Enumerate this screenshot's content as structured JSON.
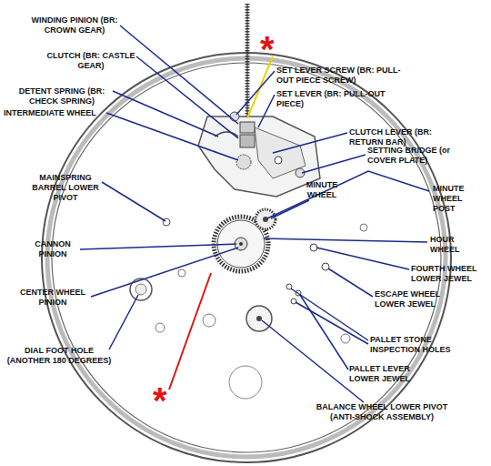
{
  "diagram": {
    "labels": [
      "WINDING PINION (BR: CROWN GEAR)",
      "CLUTCH (BR: CASTLE GEAR)",
      "DETENT SPRING (BR: CHECK SPRING)",
      "INTERMEDIATE WHEEL",
      "MAINSPRING BARREL LOWER PIVOT",
      "CANNON PINION",
      "CENTER WHEEL PINION",
      "DIAL FOOT HOLE (ANOTHER 180 DEGREES)",
      "SET LEVER SCREW (BR: PULL-OUT PIECE SCREW)",
      "SET LEVER (BR: PULL-OUT PIECE)",
      "CLUTCH LEVER (BR: RETURN BAR)",
      "SETTING BRIDGE (or COVER PLATE)",
      "MINUTE WHEEL",
      "MINUTE WHEEL POST",
      "HOUR WHEEL",
      "FOURTH WHEEL LOWER JEWEL",
      "ESCAPE WHEEL LOWER JEWEL",
      "PALLET STONE INSPECTION HOLES",
      "PALLET LEVER LOWER JEWEL",
      "BALANCE WHEEL LOWER PIVOT (ANTI-SHOCK ASSEMBLY)",
      "*",
      "*"
    ]
  }
}
